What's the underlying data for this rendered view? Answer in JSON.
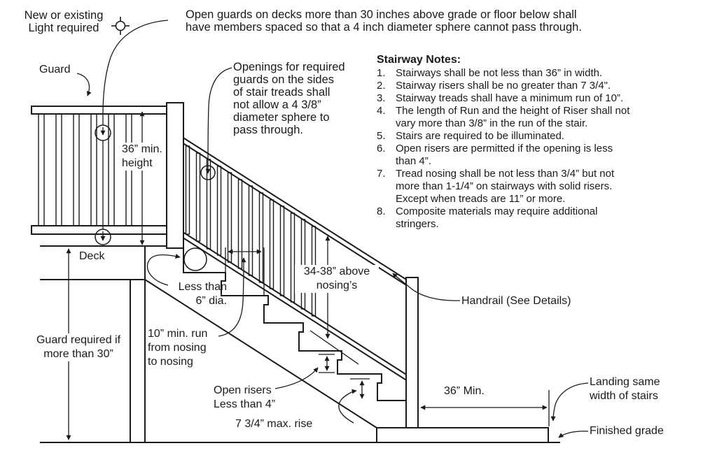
{
  "colors": {
    "ink": "#1a1a1a",
    "background": "#ffffff"
  },
  "annotations": {
    "light_label": {
      "line1": "New or existing",
      "line2": "Light required"
    },
    "open_guards": {
      "line1": "Open guards on decks more than 30 inches above grade or floor below shall",
      "line2": "have members spaced so that a 4 inch diameter sphere cannot pass through."
    },
    "guard_label": "Guard",
    "openings_note": {
      "line1": "Openings for required",
      "line2": "guards on the sides",
      "line3": "of stair treads shall",
      "line4": "not allow a 4 3/8”",
      "line5": "diameter sphere to",
      "line6": "pass through."
    },
    "height_dim": {
      "line1": "36” min.",
      "line2": "height"
    },
    "deck_label": "Deck",
    "less_than_6": {
      "line1": "Less than",
      "line2": "6” dia."
    },
    "guard_required": {
      "line1": "Guard required if",
      "line2": "more than 30”"
    },
    "min_run": {
      "line1": "10” min. run",
      "line2": "from nosing",
      "line3": "to nosing"
    },
    "above_nosing": {
      "line1": "34-38” above",
      "line2": "nosing’s"
    },
    "handrail_label": "Handrail (See Details)",
    "open_risers": {
      "line1": "Open risers",
      "line2": "Less than 4”"
    },
    "max_rise": "7 3/4” max. rise",
    "landing_min": "36” Min.",
    "landing_label": {
      "line1": "Landing same",
      "line2": "width of stairs"
    },
    "finished_grade": "Finished grade"
  },
  "stairway_notes": {
    "title": "Stairway Notes:",
    "items": [
      {
        "num": "1.",
        "lines": [
          "Stairways shall be not less than 36” in width."
        ]
      },
      {
        "num": "2.",
        "lines": [
          "Stairway risers shall be no greater than 7 3/4\"."
        ]
      },
      {
        "num": "3.",
        "lines": [
          "Stairway treads shall have a minimum run of 10”."
        ]
      },
      {
        "num": "4.",
        "lines": [
          "The length of Run and the height of Riser shall not",
          "vary more than 3/8” in the run of the stair."
        ]
      },
      {
        "num": "5.",
        "lines": [
          "Stairs are required to be illuminated."
        ]
      },
      {
        "num": "6.",
        "lines": [
          "Open risers are permitted if the opening is less",
          "than 4”."
        ]
      },
      {
        "num": "7.",
        "lines": [
          "Tread nosing shall be not less than 3/4” but not",
          "more than 1-1/4” on stairways with solid risers.",
          "Except when treads are 11” or more."
        ]
      },
      {
        "num": "8.",
        "lines": [
          "Composite materials may require additional",
          "stringers."
        ]
      }
    ]
  }
}
